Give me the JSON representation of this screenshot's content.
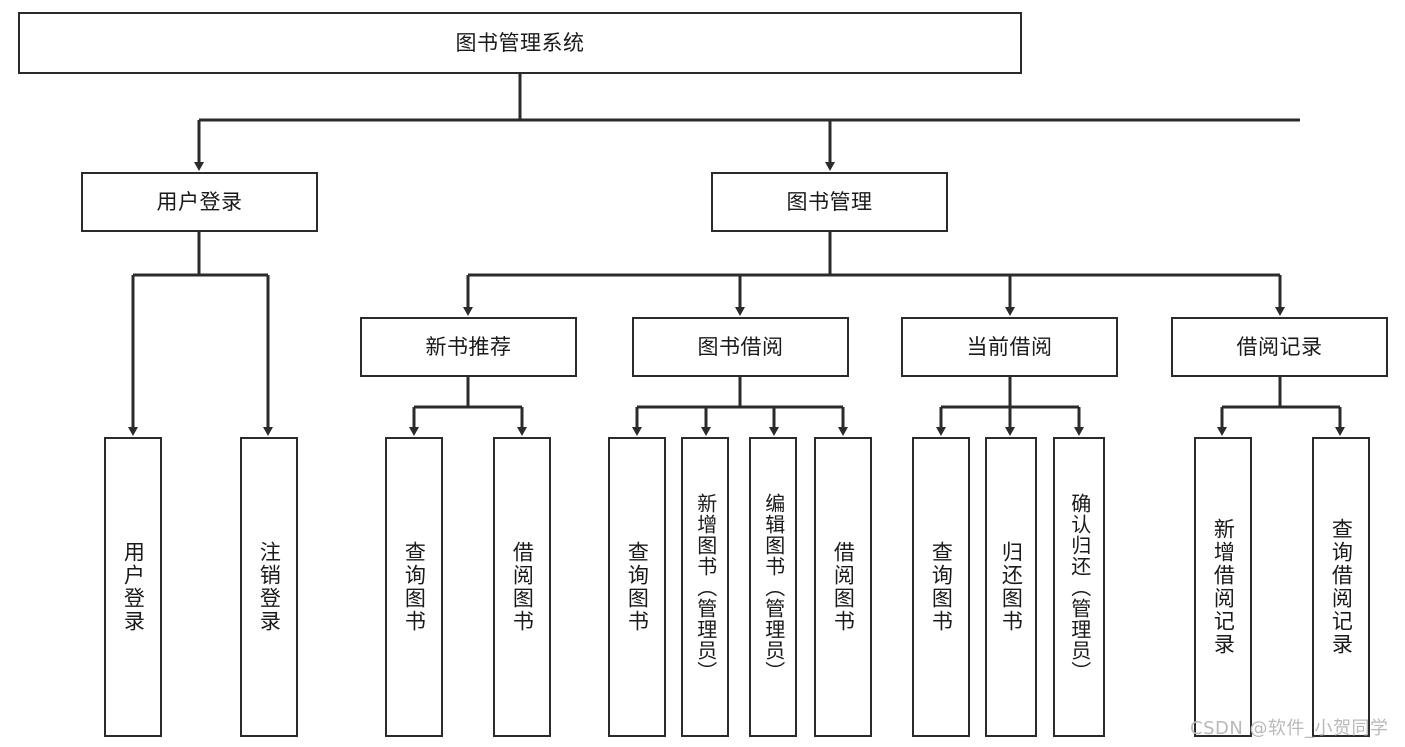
{
  "diagram": {
    "title": "图书管理系统",
    "watermark": "CSDN @软件_小贺同学",
    "colors": {
      "border": "#2b2b2b",
      "background": "#ffffff",
      "text": "#1a1a1a",
      "watermark": "#b9b9b9"
    },
    "nodes": {
      "root": "图书管理系统",
      "user_login": "用户登录",
      "book_manage": "图书管理",
      "new_book_rec": "新书推荐",
      "book_borrow": "图书借阅",
      "current_borrow": "当前借阅",
      "borrow_record": "借阅记录",
      "leaf_user_login": "用户登录",
      "leaf_user_logout": "注销登录",
      "leaf_rec_query": "查询图书",
      "leaf_rec_borrow": "借阅图书",
      "leaf_borrow_query": "查询图书",
      "leaf_borrow_add": "新增图书（管理员）",
      "leaf_borrow_edit": "编辑图书（管理员）",
      "leaf_borrow_borrow": "借阅图书",
      "leaf_cur_query": "查询图书",
      "leaf_cur_return": "归还图书",
      "leaf_cur_confirm": "确认归还（管理员）",
      "leaf_rec_add": "新增借阅记录",
      "leaf_rec_query_log": "查询借阅记录"
    }
  }
}
